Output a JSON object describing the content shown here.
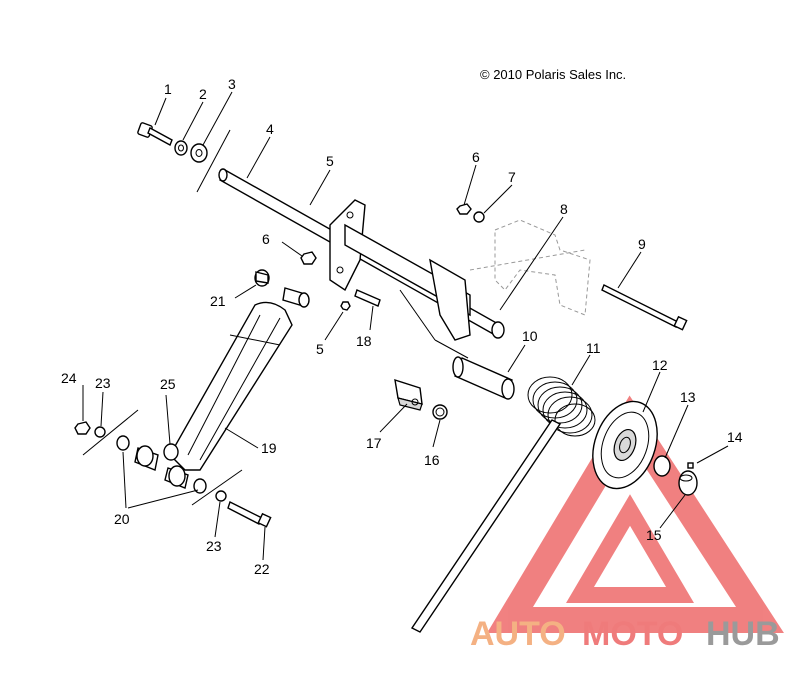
{
  "copyright": "© 2010 Polaris Sales Inc.",
  "callouts": [
    "1",
    "2",
    "3",
    "4",
    "5",
    "6",
    "7",
    "8",
    "9",
    "10",
    "11",
    "12",
    "13",
    "14",
    "15",
    "6",
    "5",
    "18",
    "17",
    "16",
    "21",
    "19",
    "20",
    "22",
    "23",
    "24",
    "23",
    "25"
  ],
  "watermark": {
    "auto": "AUTO",
    "moto": "MOTO",
    "hub": "HUB",
    "colors": {
      "auto": "#f4b183",
      "moto": "#ef7b7b",
      "hub": "#9a9a9a",
      "triangle": "#ee6b6b"
    }
  }
}
